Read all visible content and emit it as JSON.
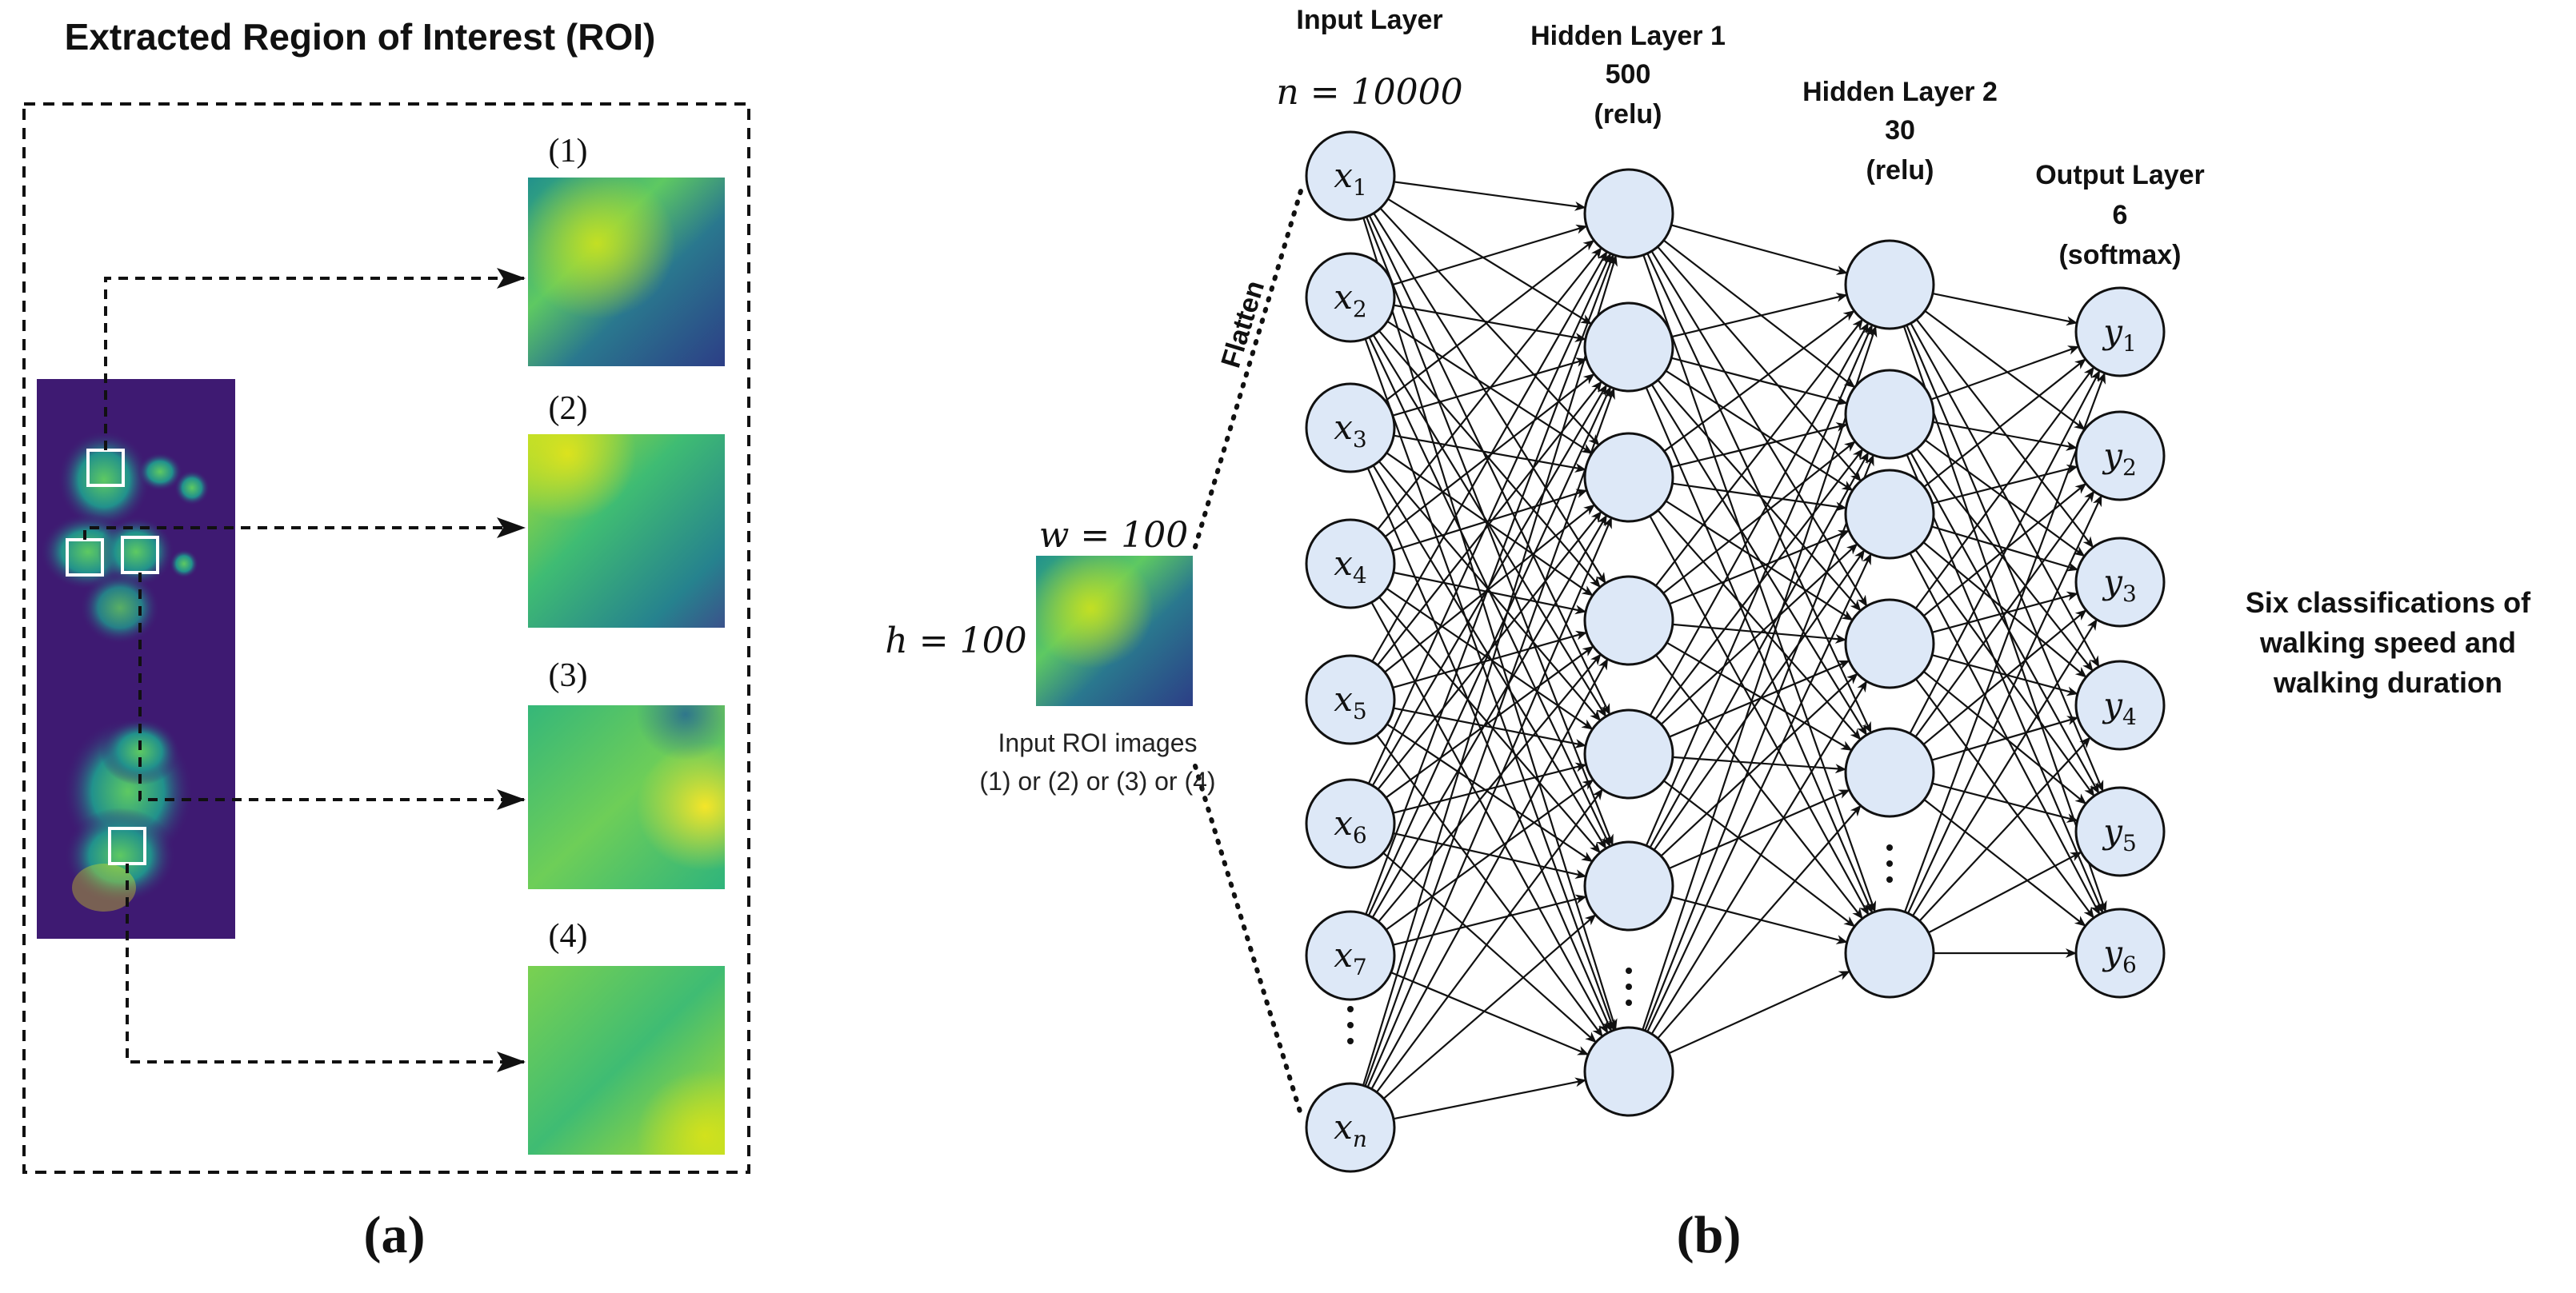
{
  "panel_a": {
    "title": "Extracted Region of Interest (ROI)",
    "roi_labels": [
      "(1)",
      "(2)",
      "(3)",
      "(4)"
    ],
    "caption": "(a)"
  },
  "panel_b": {
    "caption": "(b)",
    "input_roi": {
      "w_label": "w = 100",
      "h_label": "h = 100",
      "caption_line1": "Input ROI images",
      "caption_line2": "(1) or (2) or (3) or (4)",
      "flatten_label": "Flatten"
    },
    "layers": {
      "input": {
        "title": "Input Layer",
        "size_label": "n = 10000",
        "nodes": [
          "x1",
          "x2",
          "x3",
          "x4",
          "x5",
          "x6",
          "x7",
          "xn"
        ]
      },
      "hidden1": {
        "title": "Hidden Layer 1",
        "units": "500",
        "activation": "(relu)"
      },
      "hidden2": {
        "title": "Hidden Layer 2",
        "units": "30",
        "activation": "(relu)"
      },
      "output": {
        "title": "Output Layer",
        "units": "6",
        "activation": "(softmax)",
        "nodes": [
          "y1",
          "y2",
          "y3",
          "y4",
          "y5",
          "y6"
        ]
      }
    },
    "description": [
      "Six classifications of",
      "walking speed and",
      "walking duration"
    ]
  },
  "colors": {
    "node_fill": "#dde8f7",
    "stroke": "#111111",
    "heatmap_bg": "#3e1a72"
  }
}
